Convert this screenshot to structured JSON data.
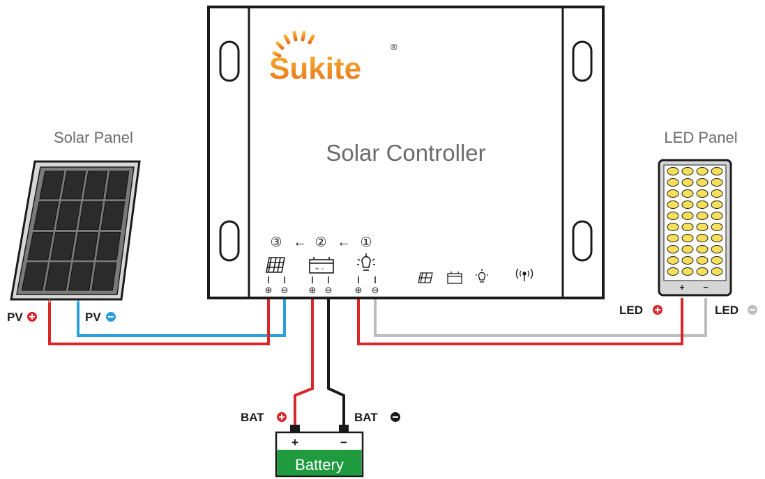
{
  "brand": {
    "name": "Sukite",
    "registered_mark": "®"
  },
  "controller": {
    "title": "Solar Controller",
    "steps": [
      "③",
      "②",
      "①"
    ],
    "step_arrow": "←",
    "terminal_plus": "⊕",
    "terminal_minus": "⊖",
    "status_icons": [
      "solar-icon",
      "battery-icon",
      "bulb-icon",
      "wireless-icon"
    ]
  },
  "solar_panel": {
    "title": "Solar Panel",
    "plus_mark": "+",
    "minus_mark": "−",
    "pv_plus_label": "PV",
    "pv_minus_label": "PV"
  },
  "led_panel": {
    "title": "LED Panel",
    "plus_mark": "+",
    "minus_mark": "−",
    "led_plus_label": "LED",
    "led_minus_label": "LED"
  },
  "battery": {
    "label": "Battery",
    "plus_mark": "+",
    "minus_mark": "−",
    "bat_plus_label": "BAT",
    "bat_minus_label": "BAT"
  },
  "colors": {
    "red_wire": "#d9262b",
    "blue_wire": "#2a9fdc",
    "black_wire": "#1a1a1a",
    "gray_wire": "#bdbdbd",
    "battery_green": "#1f9a3f",
    "logo_orange": "#f08a1c",
    "text_gray": "#6b6b6b"
  }
}
